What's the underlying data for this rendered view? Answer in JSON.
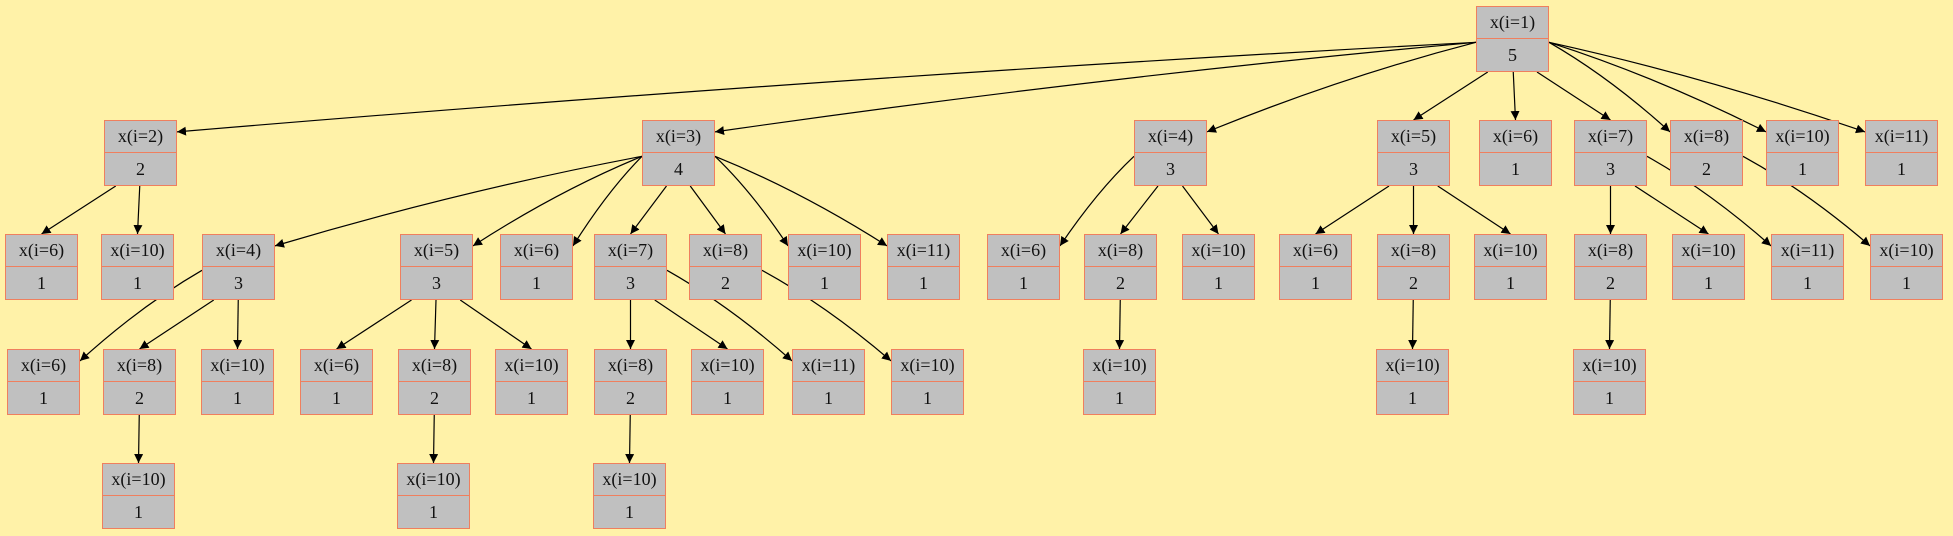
{
  "diagram": {
    "nodes": [
      {
        "id": "n1",
        "label": "x(i=1)",
        "value": "5"
      },
      {
        "id": "n2",
        "label": "x(i=2)",
        "value": "2"
      },
      {
        "id": "n3",
        "label": "x(i=3)",
        "value": "4"
      },
      {
        "id": "n4",
        "label": "x(i=4)",
        "value": "3"
      },
      {
        "id": "n5",
        "label": "x(i=5)",
        "value": "3"
      },
      {
        "id": "n6",
        "label": "x(i=6)",
        "value": "1"
      },
      {
        "id": "n7",
        "label": "x(i=7)",
        "value": "3"
      },
      {
        "id": "n8",
        "label": "x(i=8)",
        "value": "2"
      },
      {
        "id": "n9",
        "label": "x(i=10)",
        "value": "1"
      },
      {
        "id": "n10",
        "label": "x(i=11)",
        "value": "1"
      },
      {
        "id": "n2a",
        "label": "x(i=6)",
        "value": "1"
      },
      {
        "id": "n2b",
        "label": "x(i=10)",
        "value": "1"
      },
      {
        "id": "n3a",
        "label": "x(i=4)",
        "value": "3"
      },
      {
        "id": "n3b",
        "label": "x(i=5)",
        "value": "3"
      },
      {
        "id": "n3c",
        "label": "x(i=6)",
        "value": "1"
      },
      {
        "id": "n3d",
        "label": "x(i=7)",
        "value": "3"
      },
      {
        "id": "n3e",
        "label": "x(i=8)",
        "value": "2"
      },
      {
        "id": "n3f",
        "label": "x(i=10)",
        "value": "1"
      },
      {
        "id": "n3g",
        "label": "x(i=11)",
        "value": "1"
      },
      {
        "id": "n3a1",
        "label": "x(i=6)",
        "value": "1"
      },
      {
        "id": "n3a2",
        "label": "x(i=8)",
        "value": "2"
      },
      {
        "id": "n3a3",
        "label": "x(i=10)",
        "value": "1"
      },
      {
        "id": "n3a2a",
        "label": "x(i=10)",
        "value": "1"
      },
      {
        "id": "n3b1",
        "label": "x(i=6)",
        "value": "1"
      },
      {
        "id": "n3b2",
        "label": "x(i=8)",
        "value": "2"
      },
      {
        "id": "n3b3",
        "label": "x(i=10)",
        "value": "1"
      },
      {
        "id": "n3b2a",
        "label": "x(i=10)",
        "value": "1"
      },
      {
        "id": "n3d1",
        "label": "x(i=8)",
        "value": "2"
      },
      {
        "id": "n3d2",
        "label": "x(i=10)",
        "value": "1"
      },
      {
        "id": "n3d3",
        "label": "x(i=11)",
        "value": "1"
      },
      {
        "id": "n3d1a",
        "label": "x(i=10)",
        "value": "1"
      },
      {
        "id": "n3e1",
        "label": "x(i=10)",
        "value": "1"
      },
      {
        "id": "n4a",
        "label": "x(i=6)",
        "value": "1"
      },
      {
        "id": "n4b",
        "label": "x(i=8)",
        "value": "2"
      },
      {
        "id": "n4c",
        "label": "x(i=10)",
        "value": "1"
      },
      {
        "id": "n4b1",
        "label": "x(i=10)",
        "value": "1"
      },
      {
        "id": "n5a",
        "label": "x(i=6)",
        "value": "1"
      },
      {
        "id": "n5b",
        "label": "x(i=8)",
        "value": "2"
      },
      {
        "id": "n5c",
        "label": "x(i=10)",
        "value": "1"
      },
      {
        "id": "n5b1",
        "label": "x(i=10)",
        "value": "1"
      },
      {
        "id": "n7a",
        "label": "x(i=8)",
        "value": "2"
      },
      {
        "id": "n7b",
        "label": "x(i=10)",
        "value": "1"
      },
      {
        "id": "n7c",
        "label": "x(i=11)",
        "value": "1"
      },
      {
        "id": "n7a1",
        "label": "x(i=10)",
        "value": "1"
      },
      {
        "id": "n8a",
        "label": "x(i=10)",
        "value": "1"
      }
    ],
    "edges": [
      [
        "n1",
        "n2"
      ],
      [
        "n1",
        "n3"
      ],
      [
        "n1",
        "n4"
      ],
      [
        "n1",
        "n5"
      ],
      [
        "n1",
        "n6"
      ],
      [
        "n1",
        "n7"
      ],
      [
        "n1",
        "n8"
      ],
      [
        "n1",
        "n9"
      ],
      [
        "n1",
        "n10"
      ],
      [
        "n2",
        "n2a"
      ],
      [
        "n2",
        "n2b"
      ],
      [
        "n3",
        "n3a"
      ],
      [
        "n3",
        "n3b"
      ],
      [
        "n3",
        "n3c"
      ],
      [
        "n3",
        "n3d"
      ],
      [
        "n3",
        "n3e"
      ],
      [
        "n3",
        "n3f"
      ],
      [
        "n3",
        "n3g"
      ],
      [
        "n3a",
        "n3a1"
      ],
      [
        "n3a",
        "n3a2"
      ],
      [
        "n3a",
        "n3a3"
      ],
      [
        "n3a2",
        "n3a2a"
      ],
      [
        "n3b",
        "n3b1"
      ],
      [
        "n3b",
        "n3b2"
      ],
      [
        "n3b",
        "n3b3"
      ],
      [
        "n3b2",
        "n3b2a"
      ],
      [
        "n3d",
        "n3d1"
      ],
      [
        "n3d",
        "n3d2"
      ],
      [
        "n3d",
        "n3d3"
      ],
      [
        "n3d1",
        "n3d1a"
      ],
      [
        "n3e",
        "n3e1"
      ],
      [
        "n4",
        "n4a"
      ],
      [
        "n4",
        "n4b"
      ],
      [
        "n4",
        "n4c"
      ],
      [
        "n4b",
        "n4b1"
      ],
      [
        "n5",
        "n5a"
      ],
      [
        "n5",
        "n5b"
      ],
      [
        "n5",
        "n5c"
      ],
      [
        "n5b",
        "n5b1"
      ],
      [
        "n7",
        "n7a"
      ],
      [
        "n7",
        "n7b"
      ],
      [
        "n7",
        "n7c"
      ],
      [
        "n7a",
        "n7a1"
      ],
      [
        "n8",
        "n8a"
      ]
    ]
  }
}
